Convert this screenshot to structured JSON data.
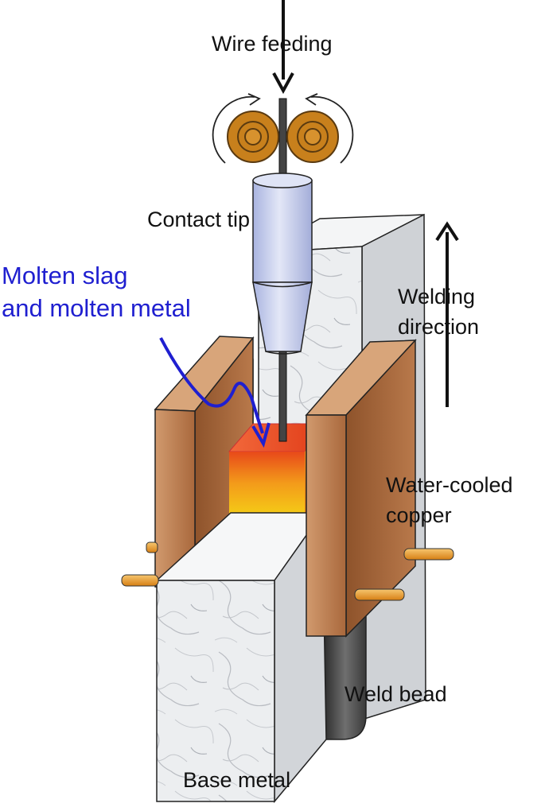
{
  "labels": {
    "wire_feeding": "Wire feeding",
    "contact_tip": "Contact tip",
    "molten_slag_line1": "Molten slag",
    "molten_slag_line2": "and molten metal",
    "welding_direction_line1": "Welding",
    "welding_direction_line2": "direction",
    "water_cooled_line1": "Water-cooled",
    "water_cooled_line2": "copper",
    "weld_bead": "Weld bead",
    "base_metal": "Base metal"
  },
  "colors": {
    "label_text": "#111111",
    "callout_text": "#1f1fd0",
    "copper": "#b5754a",
    "roller": "#c8801c",
    "contact_tip": "#c9d2ee",
    "molten_hot": "#e8491a",
    "molten_warm": "#f5c516",
    "base_metal": "#eceef0",
    "weld_bead": "#555555",
    "pipe": "#e89a2c"
  }
}
